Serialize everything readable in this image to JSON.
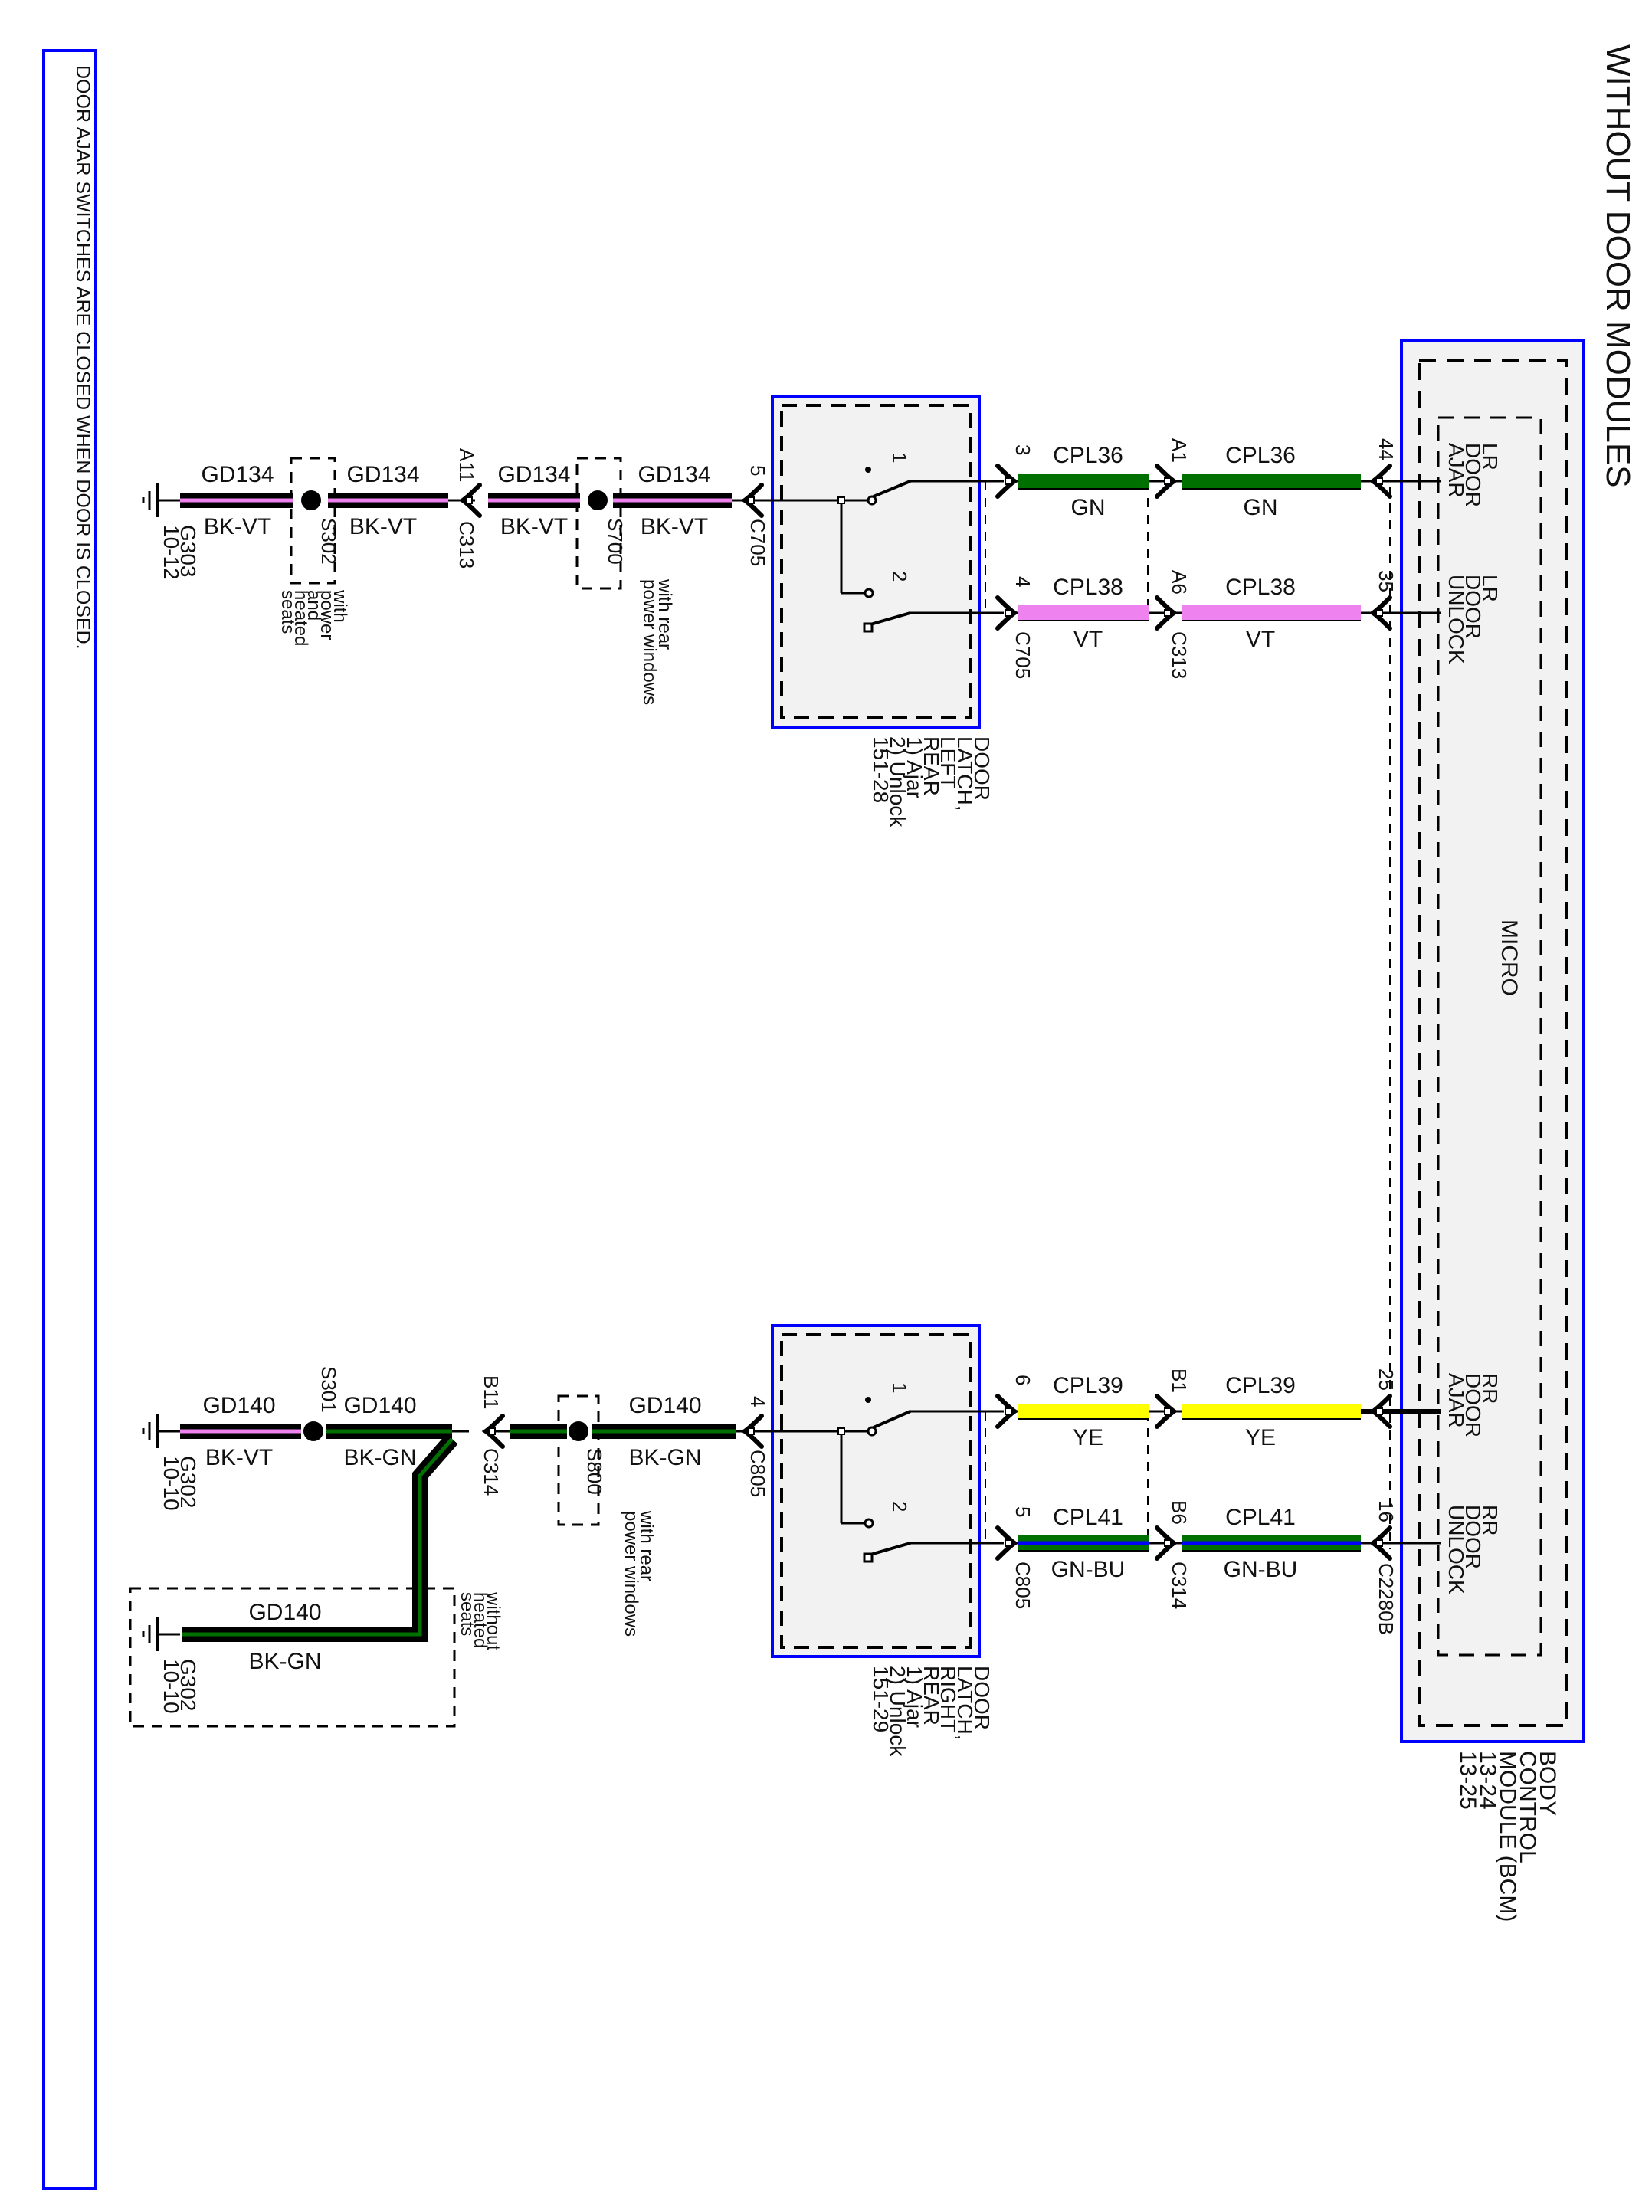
{
  "title": "WITHOUT DOOR MODULES",
  "note": "DOOR AJAR SWITCHES ARE CLOSED WHEN DOOR IS CLOSED.",
  "colors": {
    "module_border": "#0000ff",
    "module_fill": "#f2f2f2",
    "GN": "#007000",
    "VT": "#ee82ee",
    "YE": "#ffff00",
    "BU": "#0000ff",
    "BK": "#000000"
  },
  "bcm": {
    "name_lines": [
      "BODY",
      "CONTROL",
      "MODULE (BCM)",
      "13-24",
      "13-25"
    ],
    "micro_label": "MICRO",
    "pins": [
      {
        "pin": "44",
        "label_lines": [
          "LR",
          "DOOR",
          "AJAR"
        ]
      },
      {
        "pin": "35",
        "label_lines": [
          "LR",
          "DOOR",
          "UNLOCK"
        ]
      },
      {
        "pin": "25",
        "label_lines": [
          "RR",
          "DOOR",
          "AJAR"
        ]
      },
      {
        "pin": "16",
        "label_lines": [
          "RR",
          "DOOR",
          "UNLOCK"
        ]
      }
    ],
    "connector": "C2280B"
  },
  "latches": [
    {
      "name_lines": [
        "DOOR",
        "LATCH,",
        "LEFT",
        "REAR",
        "1) Ajar",
        "2) Unlock",
        "151-28"
      ],
      "switch_labels": [
        "1",
        "2"
      ],
      "ground_pin": "5",
      "ground_connector": "C705",
      "out_pins": [
        "3",
        "4"
      ],
      "out_connector": "C705"
    },
    {
      "name_lines": [
        "DOOR",
        "LATCH,",
        "RIGHT",
        "REAR",
        "1) Ajar",
        "2) Unlock",
        "151-29"
      ],
      "switch_labels": [
        "1",
        "2"
      ],
      "ground_pin": "4",
      "ground_connector": "C805",
      "out_pins": [
        "6",
        "5"
      ],
      "out_connector": "C805"
    }
  ],
  "signal_wires": [
    {
      "circuit": "CPL36",
      "color": "GN",
      "inline_pin": "A1",
      "bcm_pin": "44"
    },
    {
      "circuit": "CPL38",
      "color": "VT",
      "inline_pin": "A6",
      "inline_connector": "C313",
      "bcm_pin": "35"
    },
    {
      "circuit": "CPL39",
      "color": "YE",
      "inline_pin": "B1",
      "bcm_pin": "25"
    },
    {
      "circuit": "CPL41",
      "color": "GN-BU",
      "inline_pin": "B6",
      "inline_connector": "C314",
      "bcm_pin": "16"
    }
  ],
  "lr_ground": {
    "segments": [
      {
        "circuit": "GD134",
        "color": "BK-VT"
      },
      {
        "circuit": "GD134",
        "color": "BK-VT"
      },
      {
        "circuit": "GD134",
        "color": "BK-VT"
      },
      {
        "circuit": "GD134",
        "color": "BK-VT"
      }
    ],
    "ground": {
      "id": "G303",
      "ref": "10-12"
    },
    "splice_1": {
      "id": "S302",
      "note_lines": [
        "with",
        "power",
        "and",
        "heated",
        "seats"
      ]
    },
    "inline": {
      "pin": "A11",
      "connector": "C313"
    },
    "splice_2": {
      "id": "S700",
      "note_lines": [
        "with rear",
        "power windows"
      ]
    }
  },
  "rr_ground": {
    "segments": [
      {
        "circuit": "GD140",
        "color": "BK-VT"
      },
      {
        "circuit": "GD140",
        "color": "BK-GN"
      },
      {
        "circuit": "GD140",
        "color": "BK-GN"
      }
    ],
    "ground": {
      "id": "G302",
      "ref": "10-10"
    },
    "splice_1": {
      "id": "S301"
    },
    "inline": {
      "pin": "B11",
      "connector": "C314"
    },
    "splice_2": {
      "id": "S800",
      "note_lines": [
        "with rear",
        "power windows"
      ]
    },
    "alt_branch": {
      "circuit": "GD140",
      "color": "BK-GN",
      "ground": {
        "id": "G302",
        "ref": "10-10"
      },
      "note_lines": [
        "without",
        "heated",
        "seats"
      ]
    }
  }
}
